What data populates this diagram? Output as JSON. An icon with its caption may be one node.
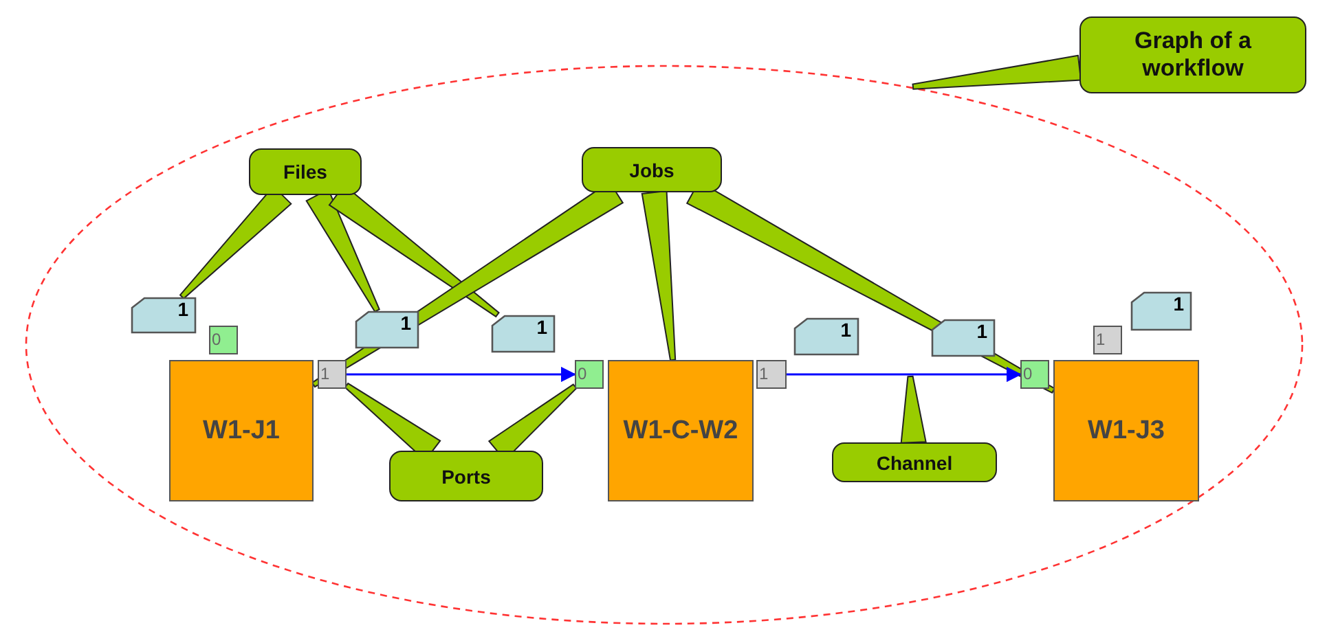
{
  "diagram": {
    "nodes": [
      {
        "text": [
          "Graph of a workflow"
        ]
      },
      {
        "text": [],
        "shape": "ellipse"
      },
      {
        "text": [
          "Files"
        ],
        "in": 1
      },
      {
        "text": [
          "Jobs"
        ],
        "in": 1
      },
      {
        "text": [
          "1"
        ],
        "in": 1
      },
      {
        "text": [
          "0"
        ],
        "in": 1
      },
      {
        "text": [
          "1"
        ],
        "in": 1
      },
      {
        "text": [
          "1"
        ],
        "in": 1
      },
      {
        "text": [
          "W1-J1"
        ],
        "in": 1
      },
      {
        "text": [
          "1"
        ],
        "in": 1
      },
      {
        "text": [
          "0"
        ],
        "in": 1
      },
      {
        "text": [
          "W1-C-W2"
        ],
        "in": 1
      },
      {
        "text": [
          "1"
        ],
        "in": 1
      },
      {
        "text": [
          "1"
        ],
        "in": 1
      },
      {
        "text": [
          "1"
        ],
        "in": 1
      },
      {
        "text": [
          "0"
        ],
        "in": 1
      },
      {
        "text": [
          "1"
        ],
        "in": 1
      },
      {
        "text": [
          "1"
        ],
        "in": 1
      },
      {
        "text": [
          "W1-J3"
        ],
        "in": 1
      },
      {
        "text": [
          "Ports"
        ],
        "in": 1
      },
      {
        "text": [
          "Channel"
        ],
        "in": 1
      }
    ],
    "edges": [
      {
        "from": 0,
        "to": 1,
        "arrow": "none"
      },
      {
        "from": 2,
        "to": 4,
        "arrow": "none"
      },
      {
        "from": 2,
        "to": 6,
        "arrow": "none"
      },
      {
        "from": 2,
        "to": 7,
        "arrow": "none"
      },
      {
        "from": 3,
        "to": 8,
        "arrow": "none"
      },
      {
        "from": 3,
        "to": 11,
        "arrow": "none"
      },
      {
        "from": 3,
        "to": 18,
        "arrow": "none"
      },
      {
        "from": 9,
        "to": 10,
        "arrow": "to",
        "color": "#0000ff"
      },
      {
        "from": 12,
        "to": 15,
        "arrow": "to",
        "color": "#0000ff"
      },
      {
        "from": 19,
        "to": 9,
        "arrow": "none"
      },
      {
        "from": 19,
        "to": 10,
        "arrow": "none"
      },
      {
        "from": 20,
        "to": null,
        "arrow": "none"
      }
    ]
  }
}
